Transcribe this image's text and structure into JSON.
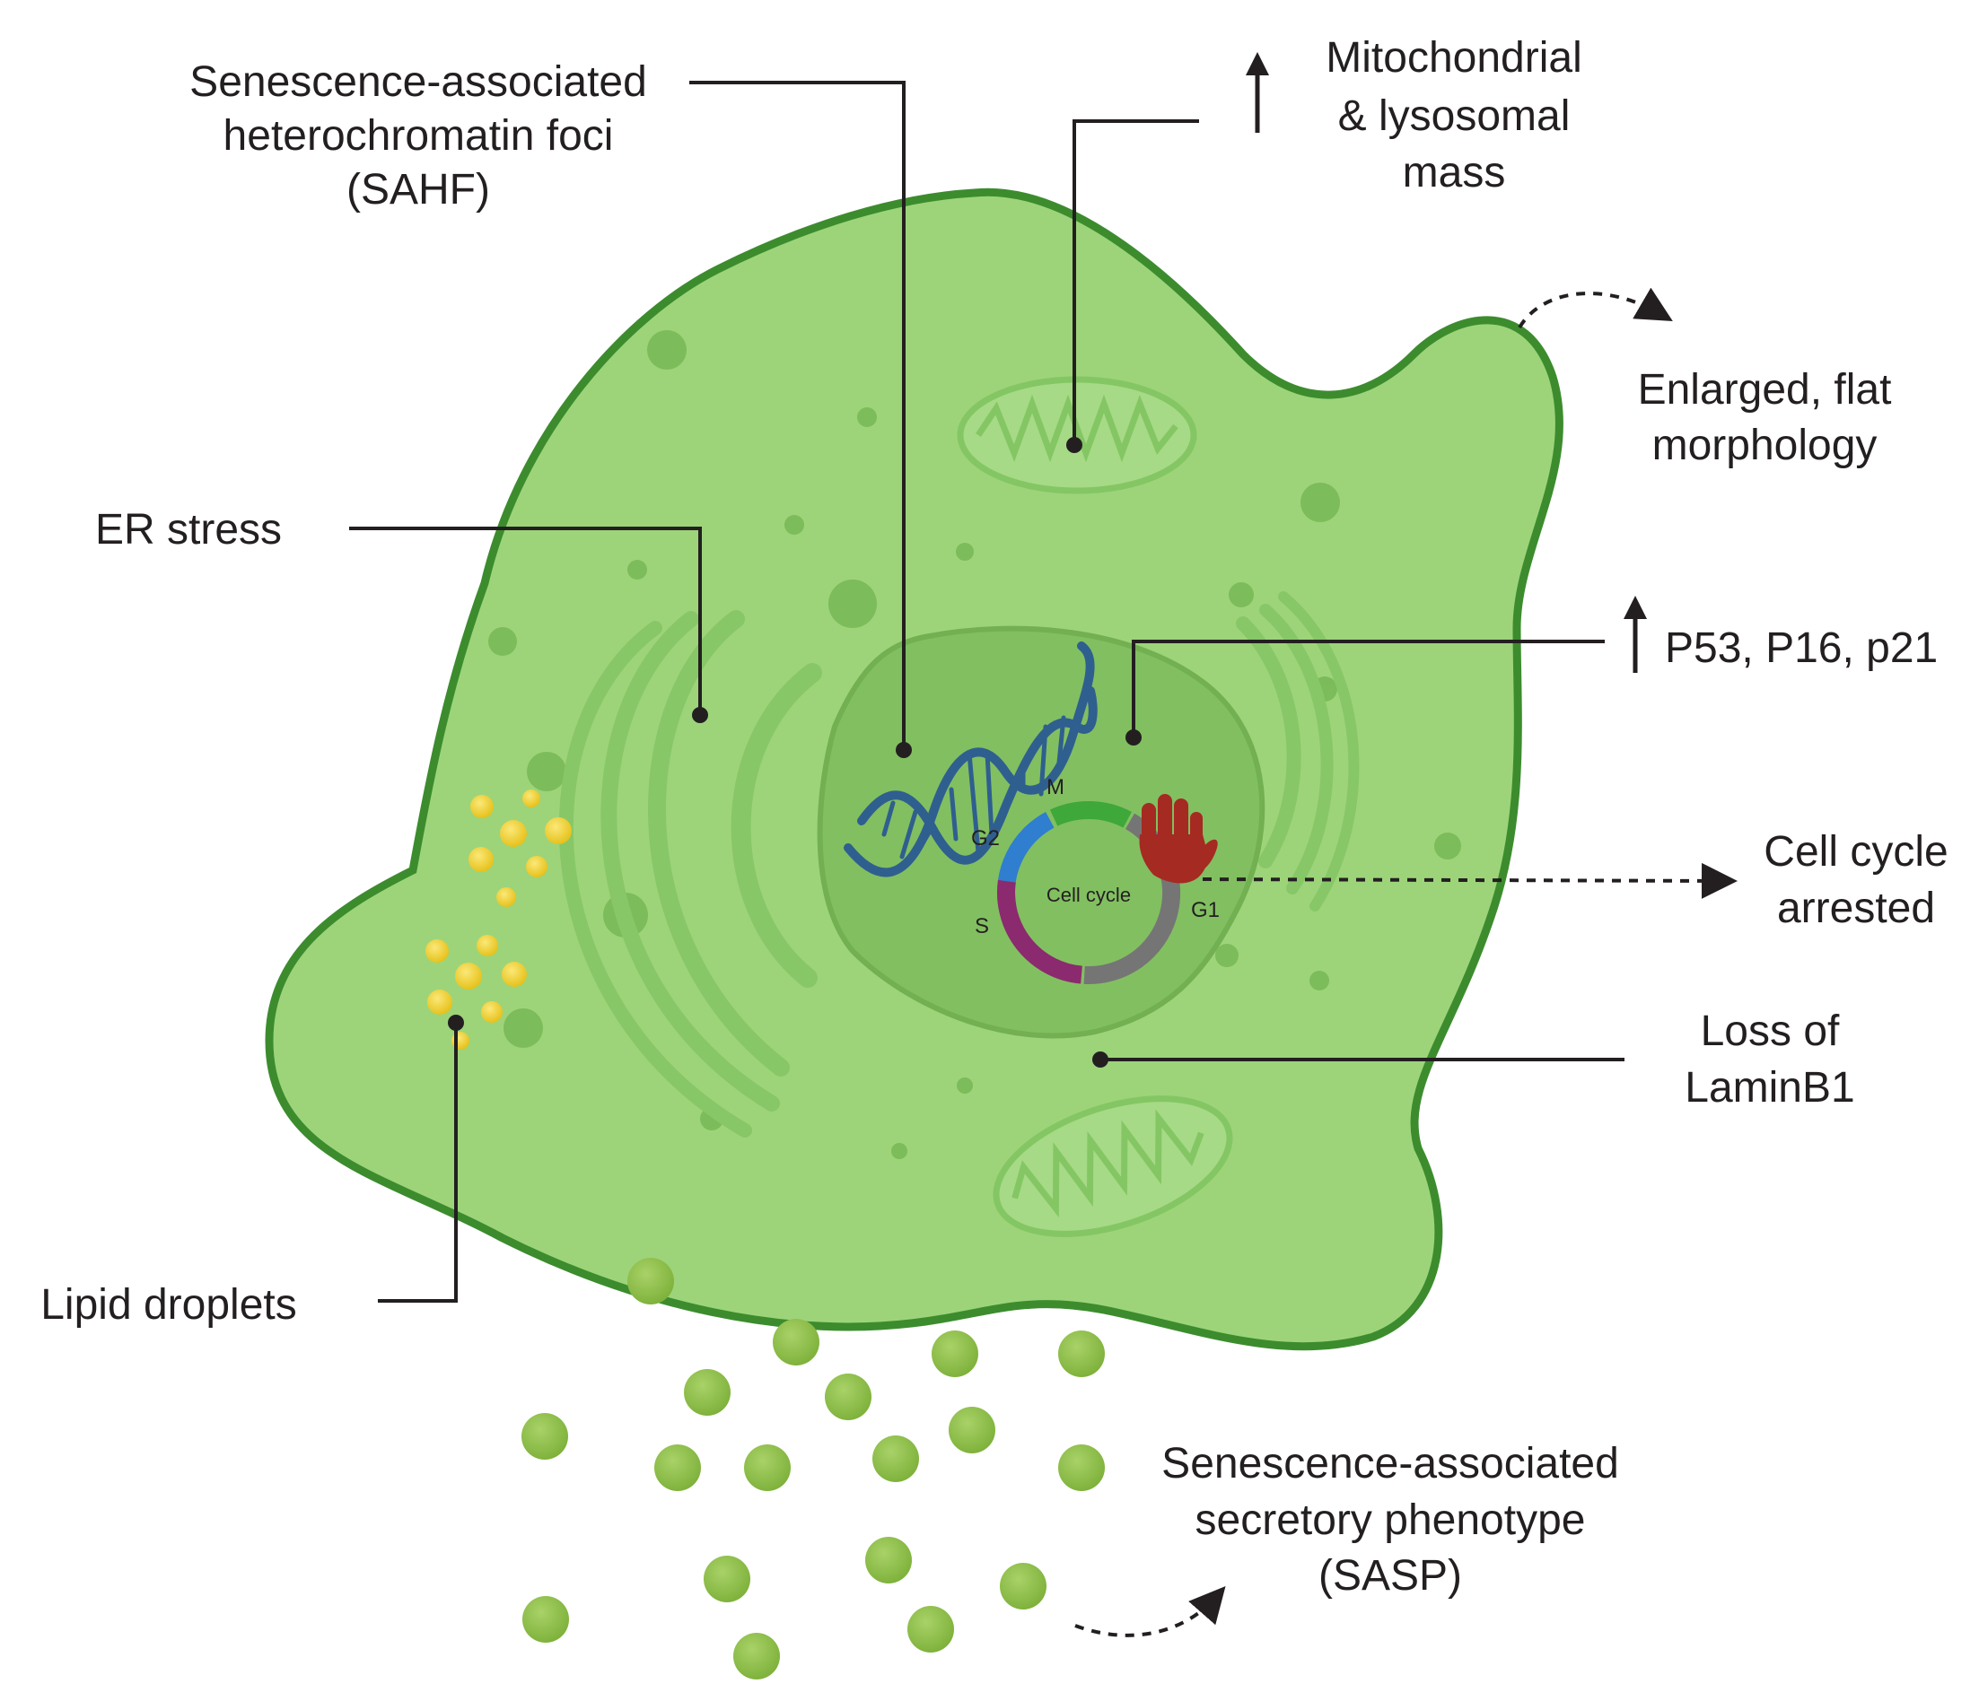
{
  "labels": {
    "sahf": [
      "Senescence-associated",
      "heterochromatin foci",
      "(SAHF)"
    ],
    "mito": [
      "Mitochondrial",
      "& lysosomal",
      "mass"
    ],
    "morph": [
      "Enlarged, flat",
      "morphology"
    ],
    "er": "ER stress",
    "p53": "P53, P16, p21",
    "arrest": [
      "Cell cycle",
      "arrested"
    ],
    "lamin": [
      "Loss of",
      "LaminB1"
    ],
    "lipid": "Lipid droplets",
    "sasp": [
      "Senescence-associated",
      "secretory phenotype",
      "(SASP)"
    ]
  },
  "cell_cycle": {
    "center_label": "Cell cycle",
    "phases": [
      {
        "name": "M",
        "color": "#3ea83a"
      },
      {
        "name": "G2",
        "color": "#2f7ecf"
      },
      {
        "name": "S",
        "color": "#8b2a6e"
      },
      {
        "name": "G1",
        "color": "#757575"
      }
    ]
  },
  "colors": {
    "cell_fill": "#9dd47a",
    "cell_outline": "#3c8c2e",
    "nucleus_fill": "#82bf61",
    "organelle": "#8bc96a",
    "dna": "#2f5f8f",
    "lipid": "#f2d23a",
    "sasp_vesicle": "#8cbc48",
    "stop_hand": "#a52a22",
    "leader_line": "#231f20"
  },
  "icons": [
    "up-arrow-icon",
    "dna-helix-icon",
    "stop-hand-icon",
    "mitochondrion-icon",
    "golgi-icon"
  ]
}
